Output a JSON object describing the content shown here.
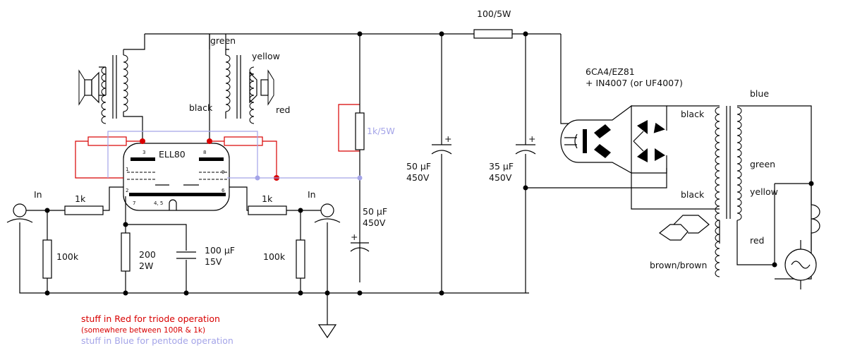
{
  "labels": {
    "wire_green": "green",
    "wire_yellow": "yellow",
    "wire_black_left": "black",
    "wire_red_left": "red",
    "resistor_1k5w": "1k/5W",
    "resistor_100_5w": "100/5W",
    "rectifier": "6CA4/EZ81",
    "rectifier_alt": "+ IN4007 (or UF4007)",
    "pt_blue": "blue",
    "pt_black_top": "black",
    "pt_green": "green",
    "pt_black_bottom": "black",
    "pt_yellow": "yellow",
    "pt_red": "red",
    "pt_brown": "brown/brown",
    "tube": "ELL80",
    "pin_3": "3",
    "pin_8": "8",
    "pin_1": "1",
    "pin_9": "9",
    "pin_2": "2",
    "pin_6": "6",
    "pin_7": "7",
    "pin_45": "4, 5",
    "in_left": "In",
    "in_right": "In",
    "r_1k_left": "1k",
    "r_1k_right": "1k",
    "r_100k_left": "100k",
    "r_100k_right": "100k",
    "r_200_v": "200",
    "r_200_p": "2W",
    "c_100_v": "100 µF",
    "c_100_p": "15V",
    "c_50a_v": "50 µF",
    "c_50a_p": "450V",
    "c_50b_v": "50 µF",
    "c_50b_p": "450V",
    "c_35_v": "35 µF",
    "c_35_p": "450V",
    "plus": "+"
  },
  "notes": {
    "red_line": "stuff in Red for triode operation",
    "red_sub": "(somewhere between 100R & 1k)",
    "blue_line": "stuff in Blue for pentode operation"
  },
  "colors": {
    "wire": "#000000",
    "red": "#d80000",
    "blue": "#a4a4e8"
  }
}
